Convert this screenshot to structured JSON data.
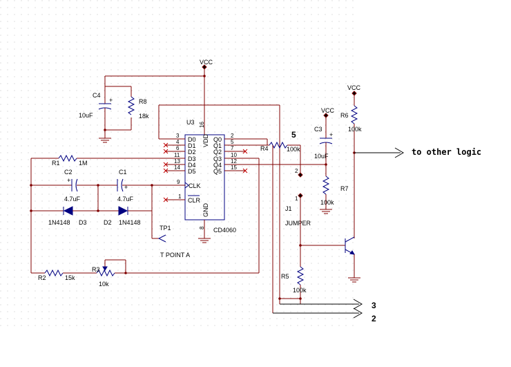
{
  "power": {
    "vcc": "VCC"
  },
  "ic": {
    "ref": "U3",
    "part": "CD4060",
    "vdd": "VDD",
    "gnd": "GND",
    "vdd_pin": "16",
    "gnd_pin": "8",
    "left_pins": [
      {
        "num": "3",
        "name": "D0"
      },
      {
        "num": "4",
        "name": "D1"
      },
      {
        "num": "6",
        "name": "D2"
      },
      {
        "num": "11",
        "name": "D3"
      },
      {
        "num": "13",
        "name": "D4"
      },
      {
        "num": "14",
        "name": "D5"
      }
    ],
    "right_pins": [
      {
        "num": "2",
        "name": "Q0"
      },
      {
        "num": "5",
        "name": "Q1"
      },
      {
        "num": "7",
        "name": "Q2"
      },
      {
        "num": "10",
        "name": "Q3"
      },
      {
        "num": "12",
        "name": "Q4"
      },
      {
        "num": "15",
        "name": "Q5"
      }
    ],
    "clk": {
      "num": "9",
      "name": "CLK"
    },
    "clr": {
      "num": "1",
      "name": "CLR"
    }
  },
  "components": {
    "c4": {
      "ref": "C4",
      "value": "10uF"
    },
    "r8": {
      "ref": "R8",
      "value": "18k"
    },
    "r1": {
      "ref": "R1",
      "value": "1M"
    },
    "c2": {
      "ref": "C2",
      "value": "4.7uF"
    },
    "c1": {
      "ref": "C1",
      "value": "4.7uF"
    },
    "d3": {
      "ref": "D3",
      "value": "1N4148"
    },
    "d2": {
      "ref": "D2",
      "value": "1N4148"
    },
    "tp1": {
      "ref": "TP1",
      "value": "T POINT A"
    },
    "r2": {
      "ref": "R2",
      "value": "15k"
    },
    "r3": {
      "ref": "R3",
      "value": "10k"
    },
    "r4": {
      "ref": "R4",
      "value": "100k"
    },
    "c3": {
      "ref": "C3",
      "value": "10uF"
    },
    "r6": {
      "ref": "R6",
      "value": "100k"
    },
    "r7": {
      "ref": "R7",
      "value": "100k"
    },
    "j1": {
      "ref": "J1",
      "value": "JUMPER",
      "pin2": "2",
      "pin1": "1"
    },
    "r5": {
      "ref": "R5",
      "value": "100k"
    }
  },
  "labels": {
    "net5": "5",
    "net3": "3",
    "net2": "2",
    "other_logic": "to other logic"
  }
}
